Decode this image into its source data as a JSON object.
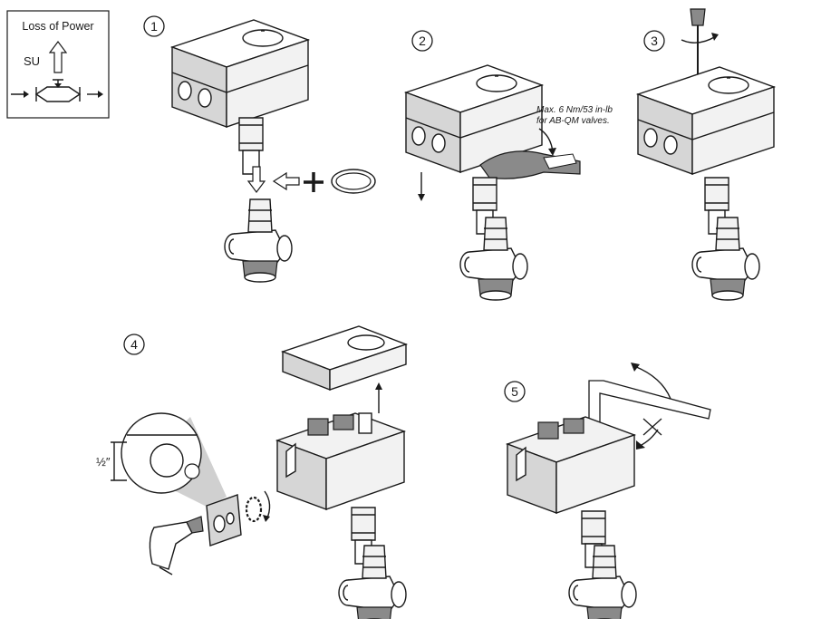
{
  "legend": {
    "title": "Loss of Power",
    "su_label": "SU"
  },
  "steps": [
    {
      "number": "1"
    },
    {
      "number": "2",
      "torque_note_line1": "Max. 6 Nm/53 in-lb",
      "torque_note_line2": "for AB-QM valves."
    },
    {
      "number": "3"
    },
    {
      "number": "4",
      "dimension_label": "½″"
    },
    {
      "number": "5"
    }
  ],
  "colors": {
    "line": "#1a1a1a",
    "housing": "#f2f2f2",
    "housing_side": "#d6d6d6",
    "metal": "#8a8a8a",
    "magnifier": "#d0d0d0"
  },
  "icons": [
    "circled-number",
    "arrow-down",
    "arrow-left",
    "arrow-up",
    "plus-sign",
    "o-ring",
    "rotation-arrow",
    "screwdriver",
    "wrench",
    "hex-key",
    "lock-nut",
    "cable-gland"
  ]
}
